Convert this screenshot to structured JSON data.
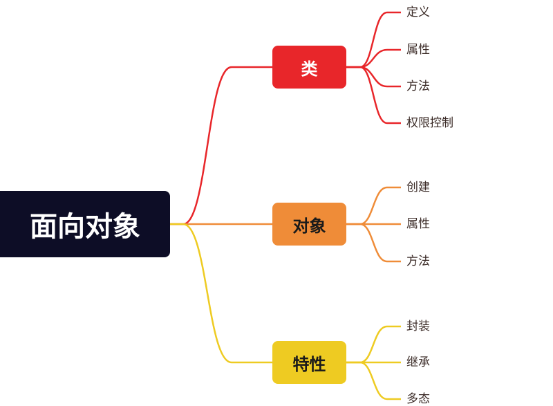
{
  "root": {
    "label": "面向对象",
    "color": "#0d0d26"
  },
  "branches": [
    {
      "label": "类",
      "color": "#e8262a",
      "text_color": "#ffffff",
      "children": [
        "定义",
        "属性",
        "方法",
        "权限控制"
      ]
    },
    {
      "label": "对象",
      "color": "#ef8c38",
      "text_color": "#1a1a1a",
      "children": [
        "创建",
        "属性",
        "方法"
      ]
    },
    {
      "label": "特性",
      "color": "#eecb22",
      "text_color": "#1a1a1a",
      "children": [
        "封装",
        "继承",
        "多态"
      ]
    }
  ]
}
